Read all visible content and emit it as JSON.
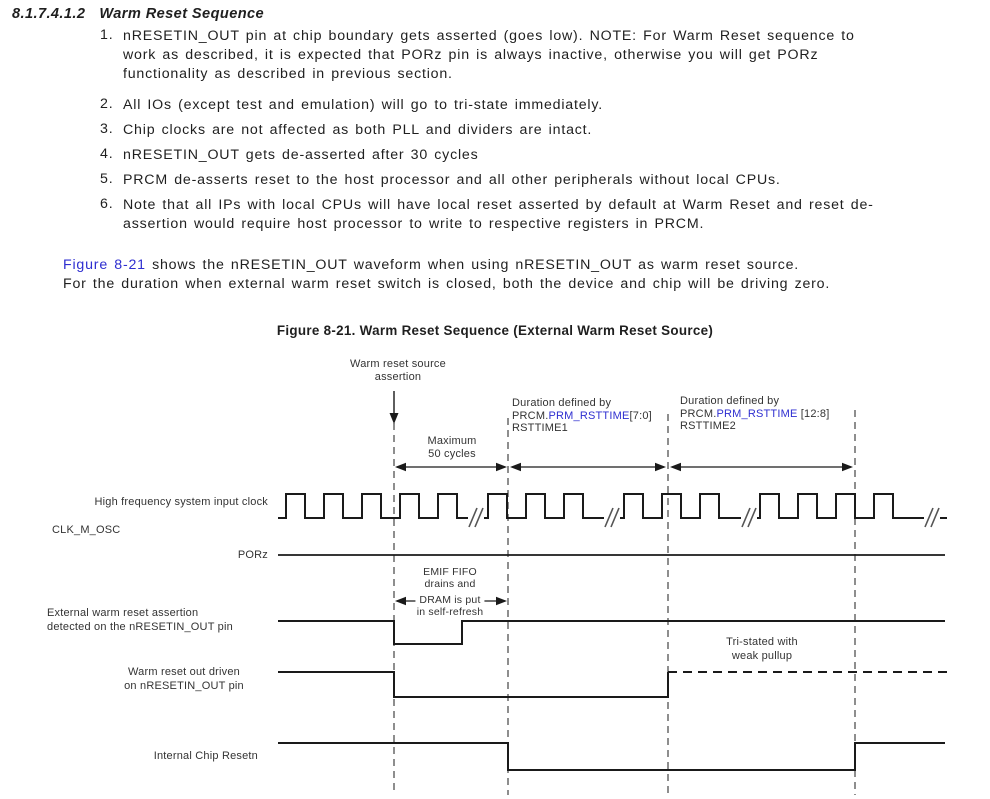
{
  "colors": {
    "link_blue": "#2e2ed0",
    "text": "#1f1f1f",
    "diagram_line": "#1a1a1a"
  },
  "heading": {
    "number": "8.1.7.4.1.2",
    "title": "Warm Reset Sequence"
  },
  "list": {
    "items": [
      {
        "num": "1.",
        "lines": [
          "nRESETIN_OUT pin at chip boundary gets asserted (goes low). NOTE: For Warm Reset sequence to",
          "work as described, it is expected that PORz pin is always inactive, otherwise you will get PORz",
          "functionality as described in previous section."
        ]
      },
      {
        "num": "2.",
        "lines": [
          "All IOs (except test and emulation) will go to tri-state immediately."
        ]
      },
      {
        "num": "3.",
        "lines": [
          "Chip clocks are not affected as both PLL and dividers are intact."
        ]
      },
      {
        "num": "4.",
        "lines": [
          "nRESETIN_OUT gets de-asserted after 30 cycles"
        ]
      },
      {
        "num": "5.",
        "lines": [
          "PRCM de-asserts reset to the host processor and all other peripherals without local CPUs."
        ]
      },
      {
        "num": "6.",
        "lines": [
          "Note that all IPs with local CPUs will have local reset asserted by default at Warm Reset and reset de-",
          "assertion would require host processor to write to respective registers in PRCM."
        ]
      }
    ]
  },
  "paragraph": {
    "link": "Figure 8-21",
    "line1_rest": " shows the nRESETIN_OUT waveform when using nRESETIN_OUT as warm reset source.",
    "line2": "For the duration when external warm reset switch is closed, both the device and chip will be driving zero."
  },
  "figure": {
    "title": "Figure 8-21. Warm Reset Sequence (External Warm Reset Source)",
    "annotations": {
      "warm_reset_source": {
        "line1": "Warm reset source",
        "line2": "assertion"
      },
      "maximum": {
        "line1": "Maximum",
        "line2": "50 cycles"
      },
      "duration1": {
        "line1": "Duration defined by",
        "prefix": "PRCM.",
        "link": "PRM_RSTTIME",
        "suffix": "[7:0]",
        "line3": "RSTTIME1"
      },
      "duration2": {
        "line1": "Duration defined by",
        "prefix": "PRCM.",
        "link": "PRM_RSTTIME",
        "suffix": " [12:8]",
        "line3": "RSTTIME2"
      },
      "emif": {
        "line1": "EMIF FIFO",
        "line2": "drains and",
        "line3": "DRAM is put",
        "line4": "in self-refresh"
      },
      "tristate": {
        "line1": "Tri-stated with",
        "line2": "weak pullup"
      }
    },
    "signals": {
      "clock_label": "High frequency system input clock",
      "clock_name": "CLK_M_OSC",
      "porz_label": "PORz",
      "ext_reset": {
        "line1": "External warm reset assertion",
        "line2": "detected on the nRESETIN_OUT pin"
      },
      "warm_out": {
        "line1": "Warm reset out driven",
        "line2": "on nRESETIN_OUT pin"
      },
      "internal_label": "Internal Chip Resetn"
    }
  }
}
